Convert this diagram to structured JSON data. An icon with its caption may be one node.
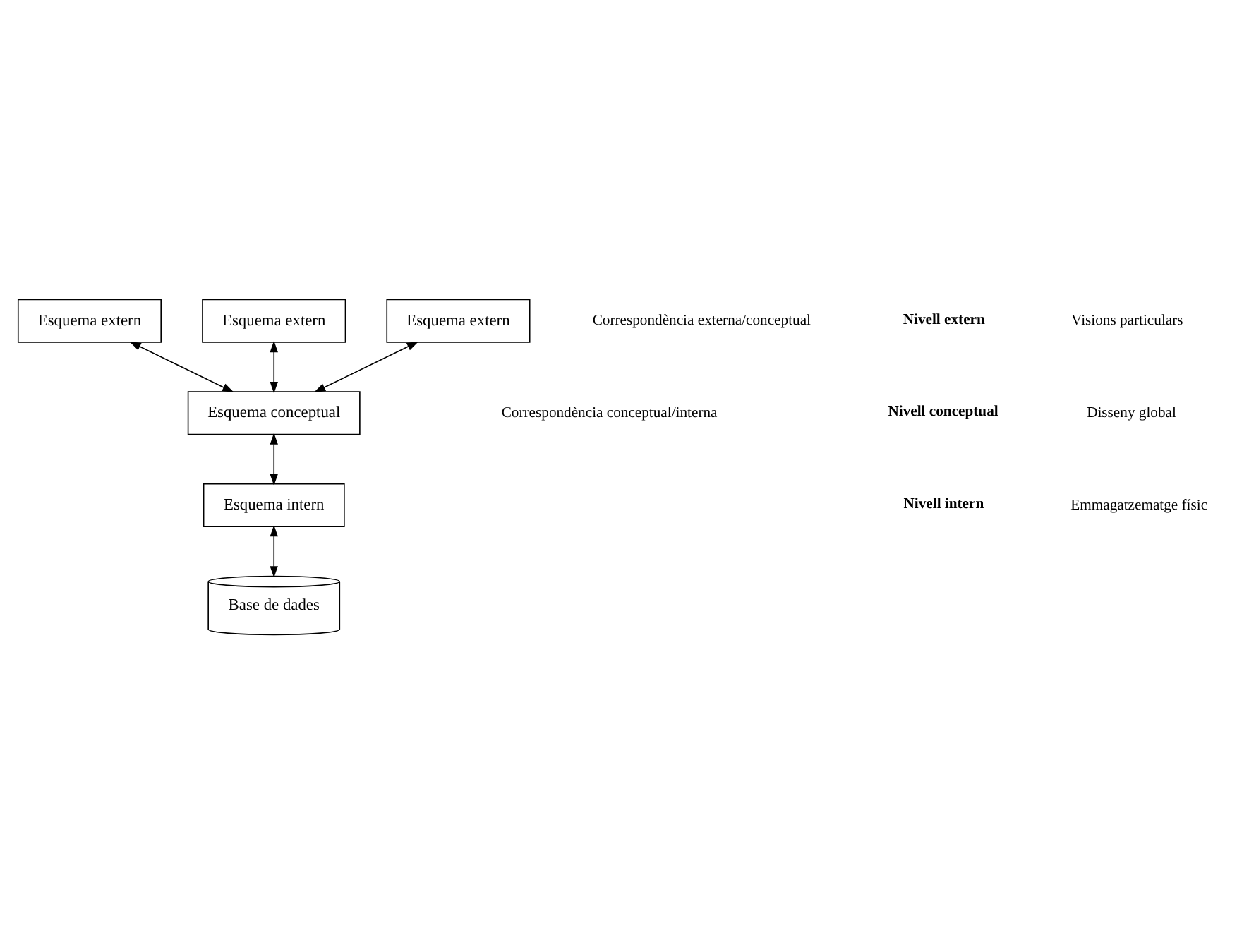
{
  "diagram": {
    "nodes": [
      {
        "text": [
          "Esquema extern"
        ]
      },
      {
        "text": [
          "Esquema extern"
        ]
      },
      {
        "text": [
          "Esquema extern"
        ]
      },
      {
        "text": [
          "Esquema conceptual"
        ]
      },
      {
        "text": [
          "Esquema intern"
        ]
      },
      {
        "text": [
          "Base de dades"
        ]
      }
    ],
    "edges": [
      {
        "from": 0,
        "to": 3,
        "arrow": "both"
      },
      {
        "from": 1,
        "to": 3,
        "arrow": "both"
      },
      {
        "from": 2,
        "to": 3,
        "arrow": "both"
      },
      {
        "from": 3,
        "to": 4,
        "arrow": "both"
      },
      {
        "from": 4,
        "to": 5,
        "arrow": "both"
      }
    ],
    "labels": [
      "Correspondència externa/conceptual",
      "Correspondència conceptual/interna",
      "Nivell extern",
      "Visions particulars",
      "Nivell conceptual",
      "Disseny global",
      "Nivell intern",
      "Emmagatzematge físic"
    ]
  }
}
